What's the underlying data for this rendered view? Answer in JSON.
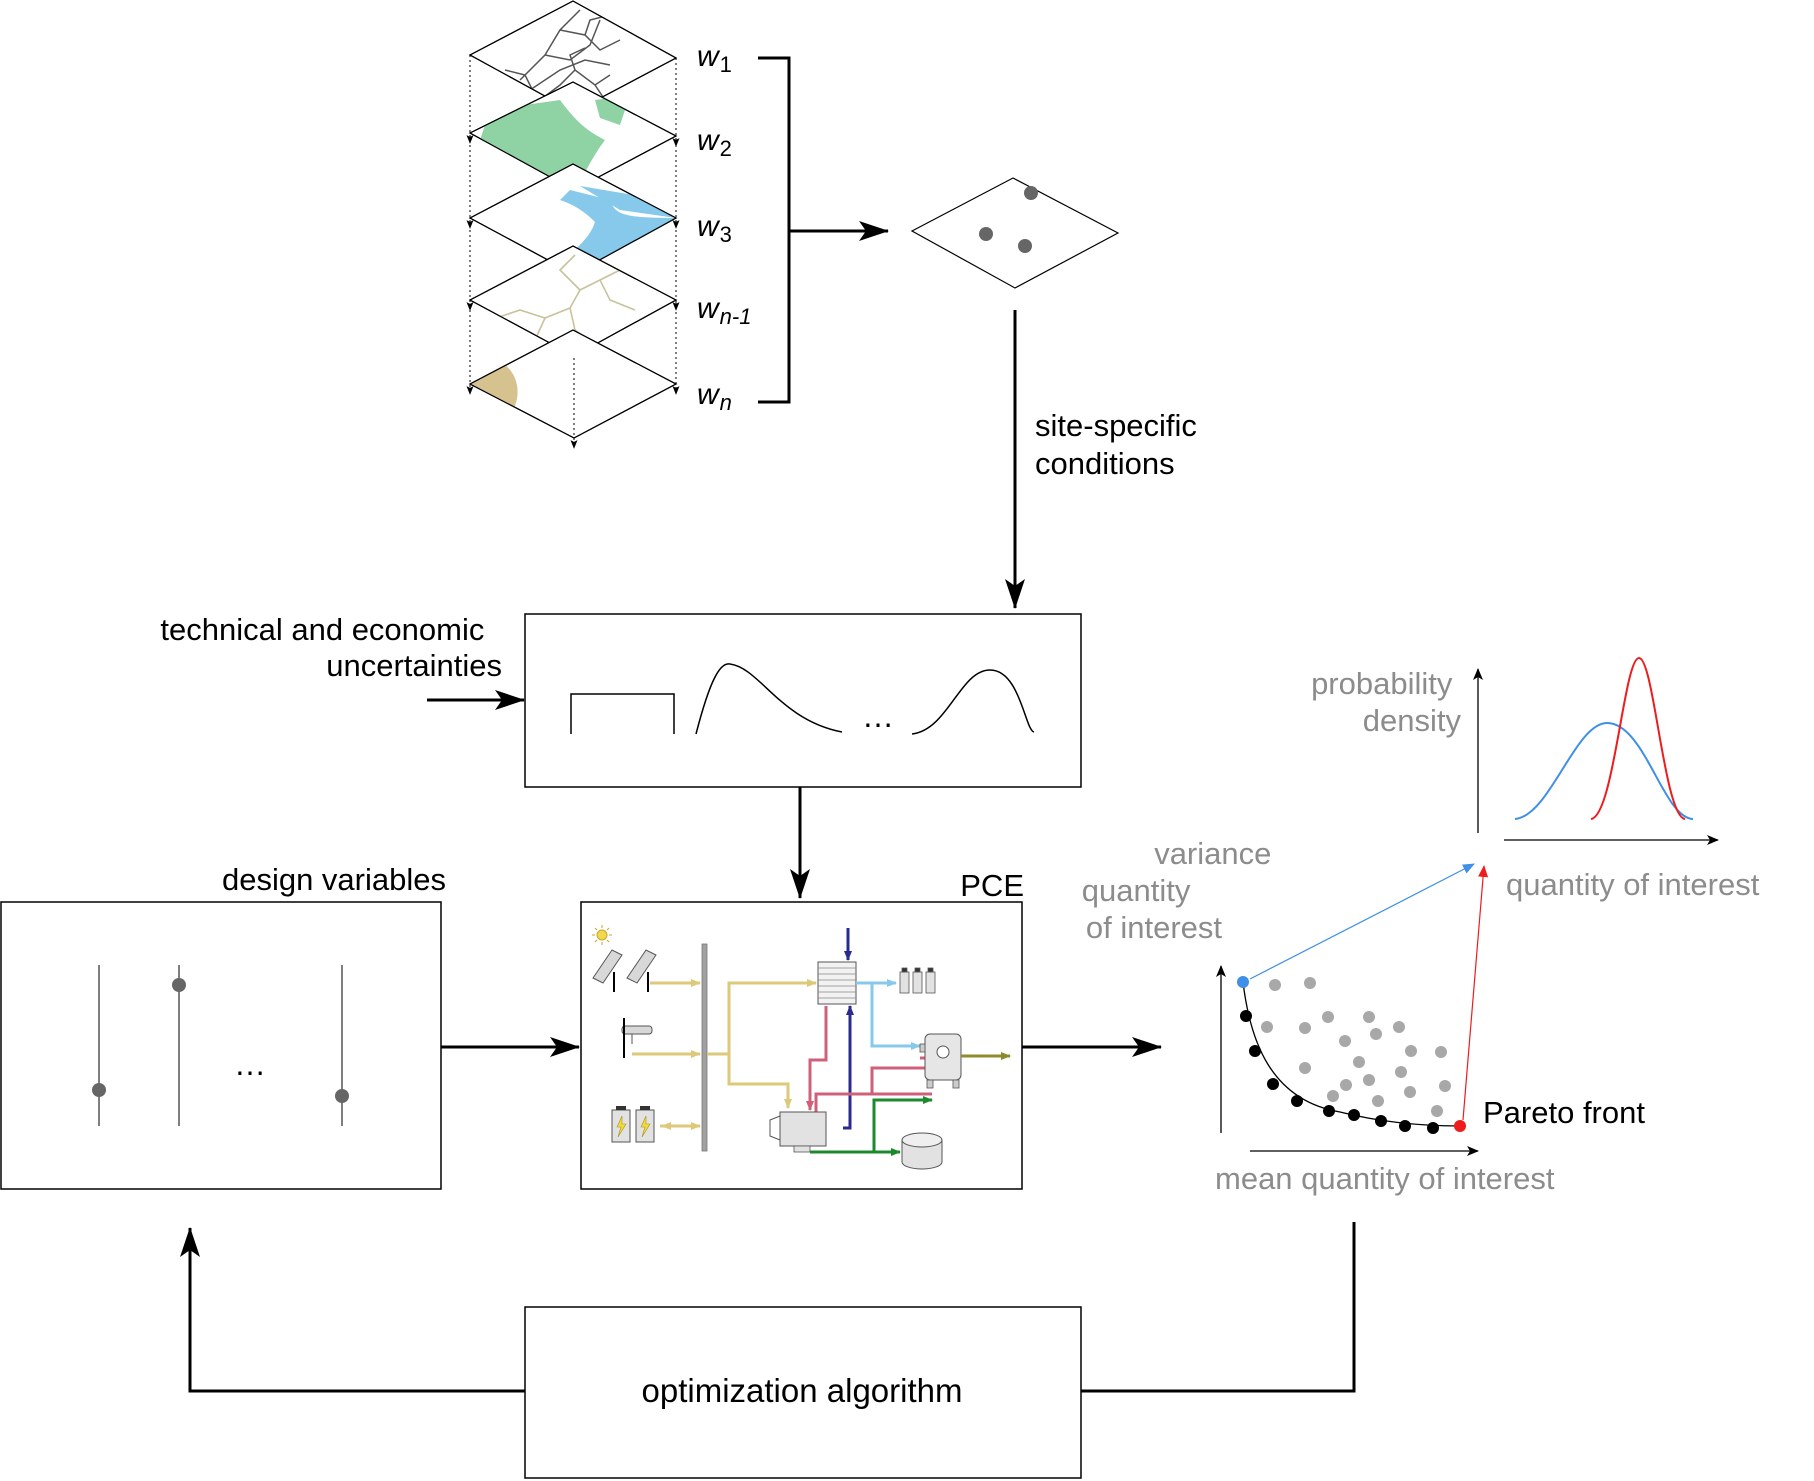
{
  "layers": {
    "w1": {
      "base": "w",
      "sub": "1"
    },
    "w2": {
      "base": "w",
      "sub": "2"
    },
    "w3": {
      "base": "w",
      "sub": "3"
    },
    "wn1": {
      "base": "w",
      "sub": "n-1"
    },
    "wn": {
      "base": "w",
      "sub": "n"
    }
  },
  "labels": {
    "site_specific_1": "site-specific",
    "site_specific_2": "conditions",
    "uncert_1": "technical and economic",
    "uncert_2": "uncertainties",
    "ellipsis": "…",
    "design_variables": "design variables",
    "pce": "PCE",
    "variance_1": "variance",
    "variance_2": "quantity",
    "variance_3": "of interest",
    "prob_1": "probability",
    "prob_2": "density",
    "qoi": "quantity of interest",
    "mean_qoi": "mean quantity of interest",
    "pareto": "Pareto front",
    "optimization": "optimization algorithm"
  },
  "colors": {
    "line": "#000000",
    "gray_text": "#8c8c8c",
    "green_layer": "#8fd3a4",
    "blue_layer": "#86c9ea",
    "tan_layer": "#d5c28f",
    "road": "#c9c29a",
    "blue_curve": "#3f8fe6",
    "red_curve": "#ee1c1c",
    "pce_yellow": "#dcc97a",
    "pce_red": "#d0607a",
    "pce_navy": "#2b2a8e",
    "pce_lightblue": "#86c9ea",
    "pce_green": "#1c8a2c",
    "pce_olive": "#8f8a2c"
  }
}
